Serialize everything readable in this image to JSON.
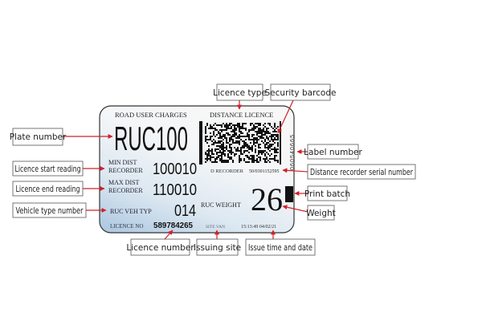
{
  "card": {
    "header_left": "ROAD USER CHARGES",
    "header_right": "DISTANCE LICENCE",
    "plate": "RUC100",
    "min_dist_line1": "MIN DIST",
    "min_dist_line2": "RECORDER",
    "min_dist_value": "100010",
    "max_dist_line1": "MAX DIST",
    "max_dist_line2": "RECORDER",
    "max_dist_value": "110010",
    "veh_typ_label": "RUC VEH TYP",
    "veh_typ_value": "014",
    "weight_label": "RUC WEIGHT",
    "weight_value": "26",
    "licence_no_label": "LICENCE NO",
    "licence_no_value": "589784265",
    "d_recorder_label": "D RECORDER",
    "d_recorder_value": "50/0301152595",
    "label_number": "060540665",
    "site": "SITE VAN",
    "issue_datetime": "15:13:49 04/02/21"
  },
  "callouts": {
    "licence_type": "Licence type",
    "security_barcode": "Security barcode",
    "plate_number": "Plate number",
    "licence_start": "Licence start reading",
    "licence_end": "Licence end reading",
    "vehicle_type": "Vehicle type number",
    "label_number": "Label number",
    "recorder_serial": "Distance recorder serial number",
    "print_batch": "Print batch",
    "weight": "Weight",
    "licence_number": "Licence number",
    "issuing_site": "Issuing site",
    "issue_time": "Issue time and date"
  },
  "colors": {
    "arrow": "#d0202a",
    "card_tint": "#bcd3e6"
  }
}
